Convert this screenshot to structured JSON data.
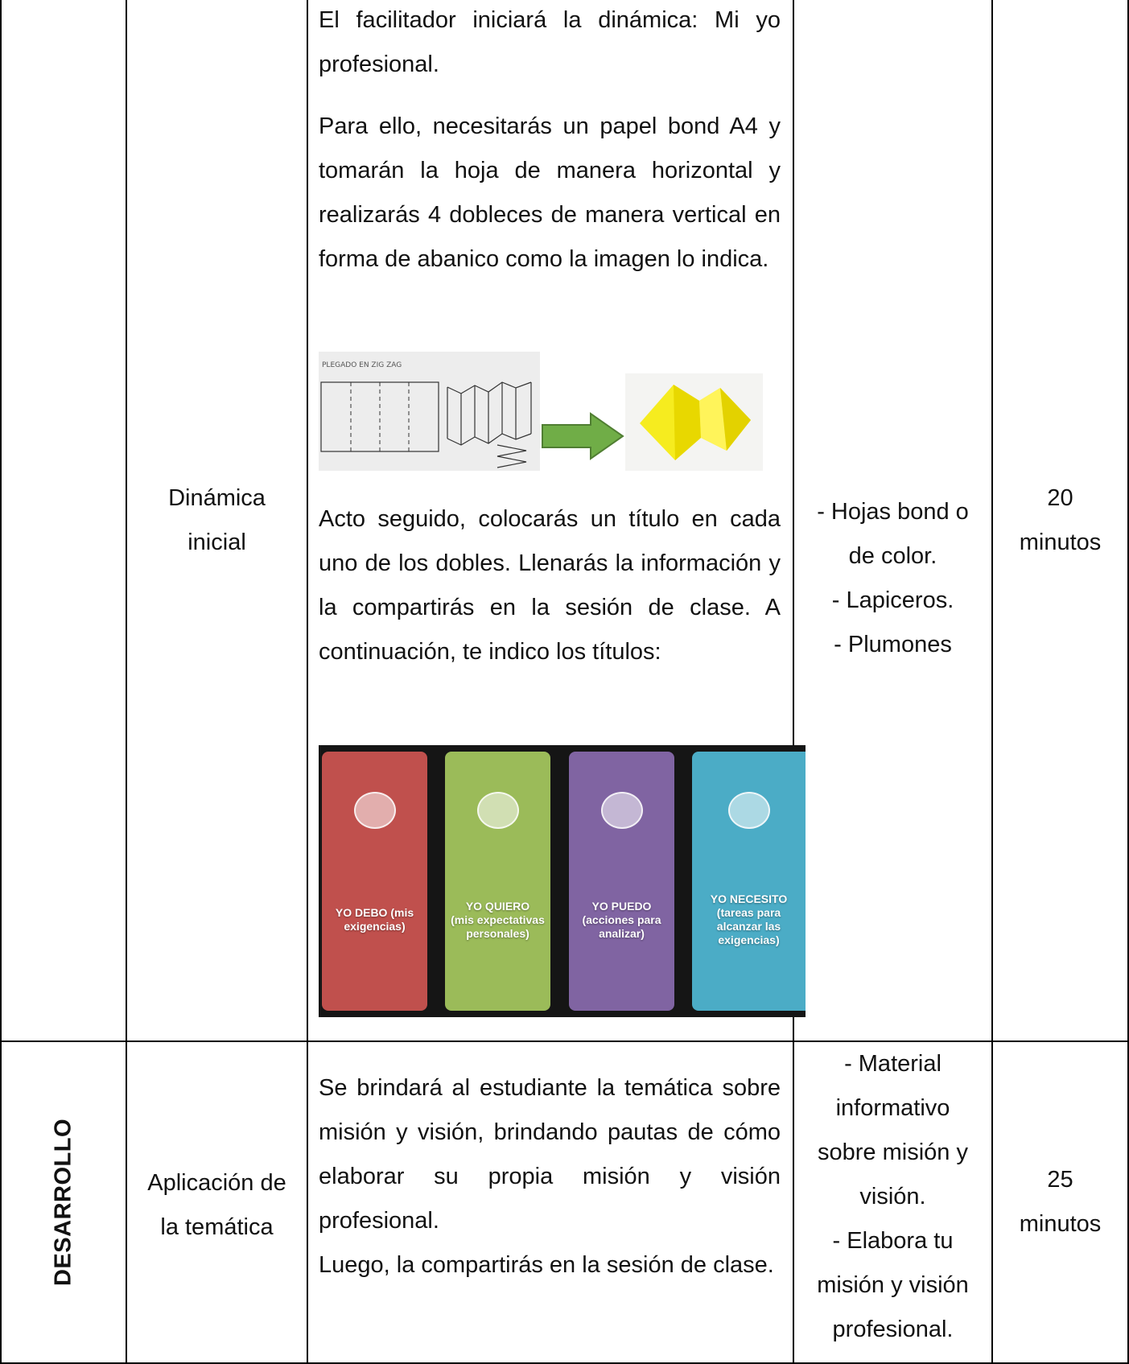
{
  "row_inicio": {
    "activity": "Dinámica inicial",
    "paragraphs": [
      "El facilitador iniciará la dinámica: Mi yo profesional.",
      "Para ello, necesitarás un papel bond A4 y tomarán la hoja de manera horizontal y realizarás 4 dobleces de manera vertical en forma de abanico como la imagen lo indica.",
      "Acto seguido, colocarás un título en cada uno de los dobles. Llenarás la información y la compartirás en la sesión de clase. A continuación, te indico los títulos:"
    ],
    "image_caption": "PLEGADO EN ZIG ZAG",
    "materials": [
      "- Hojas bond o",
      "de color.",
      "- Lapiceros.",
      "- Plumones"
    ],
    "time": [
      "20",
      "minutos"
    ]
  },
  "cards": [
    {
      "title": "YO DEBO (mis",
      "subtitle": "exigencias)",
      "color": "#c0504d"
    },
    {
      "title": "YO QUIERO",
      "subtitle": "(mis expectativas personales)",
      "color": "#9bbb59"
    },
    {
      "title": "YO PUEDO",
      "subtitle": "(acciones para analizar)",
      "color": "#8064a2"
    },
    {
      "title": "YO NECESITO",
      "subtitle": "(tareas para alcanzar las exigencias)",
      "color": "#4bacc6"
    }
  ],
  "row_desarrollo": {
    "phase": "DESARROLLO",
    "activity": [
      "Aplicación de",
      "la temática"
    ],
    "paragraphs": [
      "Se brindará al estudiante la temática sobre misión y visión, brindando pautas de cómo elaborar su propia misión y visión profesional.",
      "Luego, la compartirás en la sesión de clase."
    ],
    "materials": [
      "- Material",
      "informativo",
      "sobre misión y",
      "visión.",
      "- Elabora tu",
      "misión y visión",
      "profesional."
    ],
    "time": [
      "25",
      "minutos"
    ]
  }
}
